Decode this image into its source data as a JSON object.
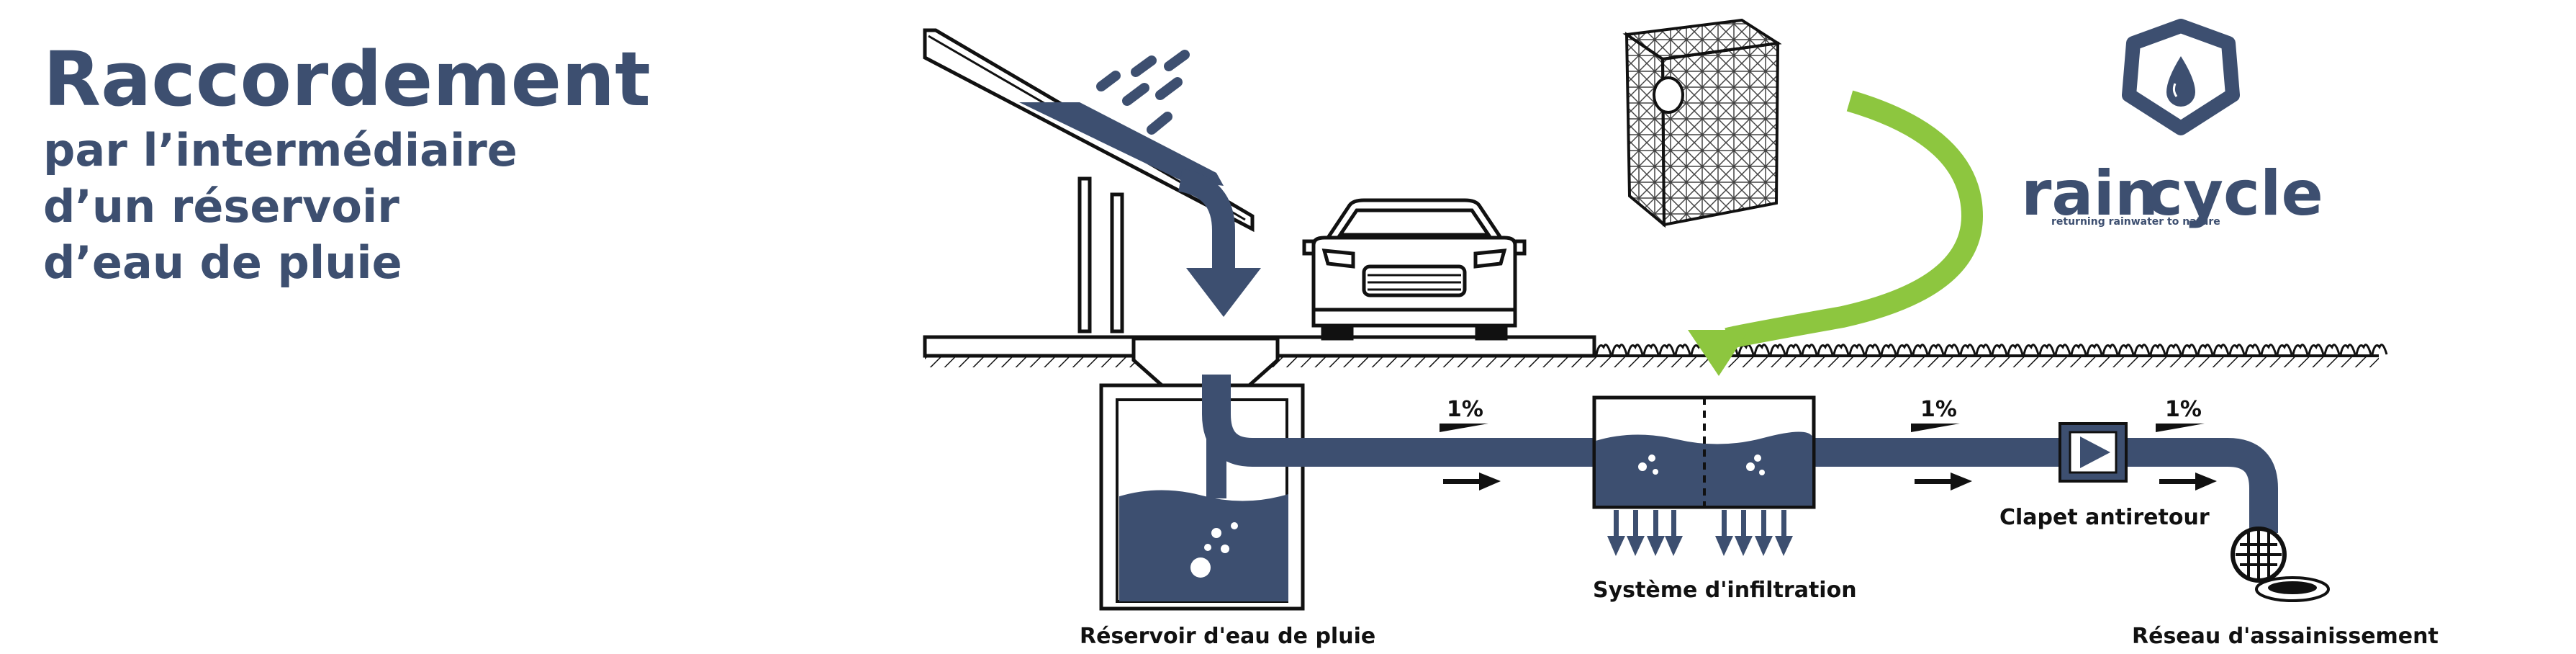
{
  "heading": {
    "title": "Raccordement",
    "line1": "par l’intermédiaire",
    "line2": "d’un réservoir",
    "line3": "d’eau de pluie"
  },
  "labels": {
    "tank": "Réservoir d'eau de pluie",
    "infiltration": "Système d'infiltration",
    "valve": "Clapet antiretour",
    "network": "Réseau d'assainissement"
  },
  "slopes": [
    "1%",
    "1%",
    "1%"
  ],
  "logo": {
    "brand_part1": "rain",
    "brand_part2": "cycle",
    "tagline": "returning rainwater to nature"
  },
  "colors": {
    "water": "#3d4f70",
    "accent": "#8dc63f",
    "ink": "#111111"
  }
}
